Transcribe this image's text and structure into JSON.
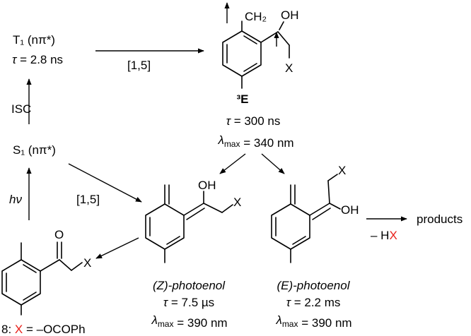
{
  "colors": {
    "ink": "#000000",
    "highlight": "#e8211b",
    "background": "#ffffff"
  },
  "labels": {
    "t1_state": "T₁ (nπ*)",
    "t1_lifetime": "τ = 2.8 ns",
    "s1_state": "S₁ (nπ*)",
    "isc": "ISC",
    "hv": "hν",
    "shift_top": "[1,5]",
    "shift_mid": "[1,5]",
    "biradical_name": "³E",
    "biradical_lifetime": "τ = 300 ns",
    "biradical_lmax": "λmax = 340 nm",
    "z_name": "(Z)-photoenol",
    "z_lifetime": "τ = 7.5 µs",
    "z_lmax": "λmax = 390 nm",
    "e_name": "(E)-photoenol",
    "e_lifetime": "τ = 2.2 ms",
    "e_lmax": "λmax = 390 nm",
    "products": "products",
    "minus_hx": "– HX",
    "compound8": "8: X = –OCOPh"
  },
  "atoms": {
    "hydroxyl": "OH",
    "methylene": "CH₂",
    "oxygen": "O",
    "leaving_group": "X"
  }
}
